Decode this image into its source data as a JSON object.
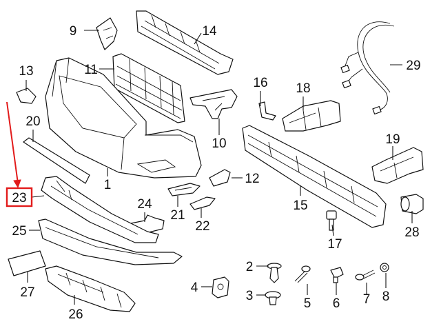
{
  "callouts": [
    {
      "id": "1",
      "label": "1"
    },
    {
      "id": "2",
      "label": "2"
    },
    {
      "id": "3",
      "label": "3"
    },
    {
      "id": "4",
      "label": "4"
    },
    {
      "id": "5",
      "label": "5"
    },
    {
      "id": "6",
      "label": "6"
    },
    {
      "id": "7",
      "label": "7"
    },
    {
      "id": "8",
      "label": "8"
    },
    {
      "id": "9",
      "label": "9"
    },
    {
      "id": "10",
      "label": "10"
    },
    {
      "id": "11",
      "label": "11"
    },
    {
      "id": "12",
      "label": "12"
    },
    {
      "id": "13",
      "label": "13"
    },
    {
      "id": "14",
      "label": "14"
    },
    {
      "id": "15",
      "label": "15"
    },
    {
      "id": "16",
      "label": "16"
    },
    {
      "id": "17",
      "label": "17"
    },
    {
      "id": "18",
      "label": "18"
    },
    {
      "id": "19",
      "label": "19"
    },
    {
      "id": "20",
      "label": "20"
    },
    {
      "id": "21",
      "label": "21"
    },
    {
      "id": "22",
      "label": "22"
    },
    {
      "id": "23",
      "label": "23"
    },
    {
      "id": "24",
      "label": "24"
    },
    {
      "id": "25",
      "label": "25"
    },
    {
      "id": "26",
      "label": "26"
    },
    {
      "id": "27",
      "label": "27"
    },
    {
      "id": "28",
      "label": "28"
    },
    {
      "id": "29",
      "label": "29"
    }
  ],
  "highlight": {
    "callout": "23",
    "color": "#e21b1b"
  }
}
